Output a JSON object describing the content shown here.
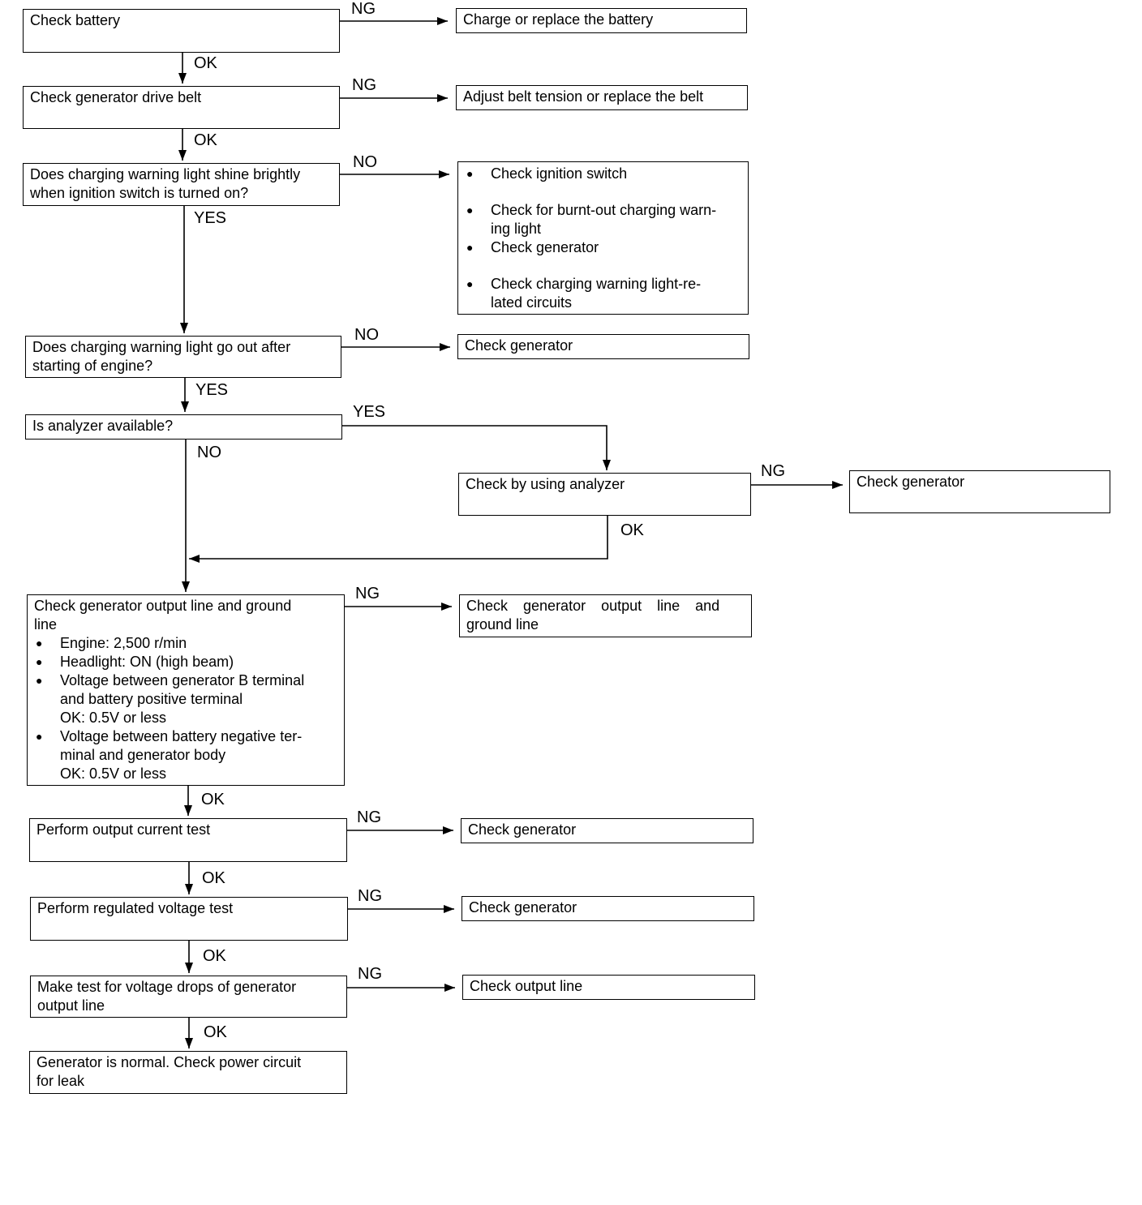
{
  "boxes": {
    "check_battery": "Check battery",
    "charge_replace_battery": "Charge or replace the battery",
    "check_drive_belt": "Check generator drive belt",
    "adjust_belt": "Adjust belt tension or replace the belt",
    "warning_light_q": [
      "Does charging warning light shine brightly",
      "when ignition switch is turned on?"
    ],
    "checks_list": [
      [
        "Check ignition switch"
      ],
      [
        "Check for burnt-out charging warn-",
        "ing light"
      ],
      [
        "Check generator"
      ],
      [
        "Check charging warning light-re-",
        "lated circuits"
      ]
    ],
    "light_out_q": [
      "Does charging warning light go out after",
      "starting of engine?"
    ],
    "check_generator_1": "Check generator",
    "analyzer_q": "Is analyzer available?",
    "check_analyzer": "Check by using analyzer",
    "check_generator_2": "Check generator",
    "output_line_title": [
      "Check generator output line and ground",
      "line"
    ],
    "output_line_bullets": [
      [
        "Engine: 2,500 r/min"
      ],
      [
        "Headlight: ON (high beam)"
      ],
      [
        "Voltage between generator B terminal",
        "and battery positive terminal",
        "OK: 0.5V or less"
      ],
      [
        "Voltage between battery negative ter-",
        "minal and generator body",
        "OK: 0.5V or less"
      ]
    ],
    "check_output_ground": [
      "Check generator output line and",
      "ground line"
    ],
    "output_current_test": "Perform output current test",
    "check_generator_3": "Check generator",
    "regulated_voltage_test": "Perform regulated voltage test",
    "check_generator_4": "Check generator",
    "voltage_drop_test": [
      "Make test for voltage drops of generator",
      "output line"
    ],
    "check_output_line": "Check output line",
    "generator_normal": [
      "Generator is normal. Check power circuit",
      "for leak"
    ]
  },
  "labels": {
    "ng_1": "NG",
    "ok_1": "OK",
    "ng_2": "NG",
    "ok_2": "OK",
    "no_3": "NO",
    "yes_3": "YES",
    "no_4": "NO",
    "yes_4": "YES",
    "yes_5": "YES",
    "no_5": "NO",
    "ng_6": "NG",
    "ok_6": "OK",
    "ng_7": "NG",
    "ok_7": "OK",
    "ng_8": "NG",
    "ok_8": "OK",
    "ng_9": "NG",
    "ok_9": "OK",
    "ng_10": "NG",
    "ok_10": "OK"
  }
}
